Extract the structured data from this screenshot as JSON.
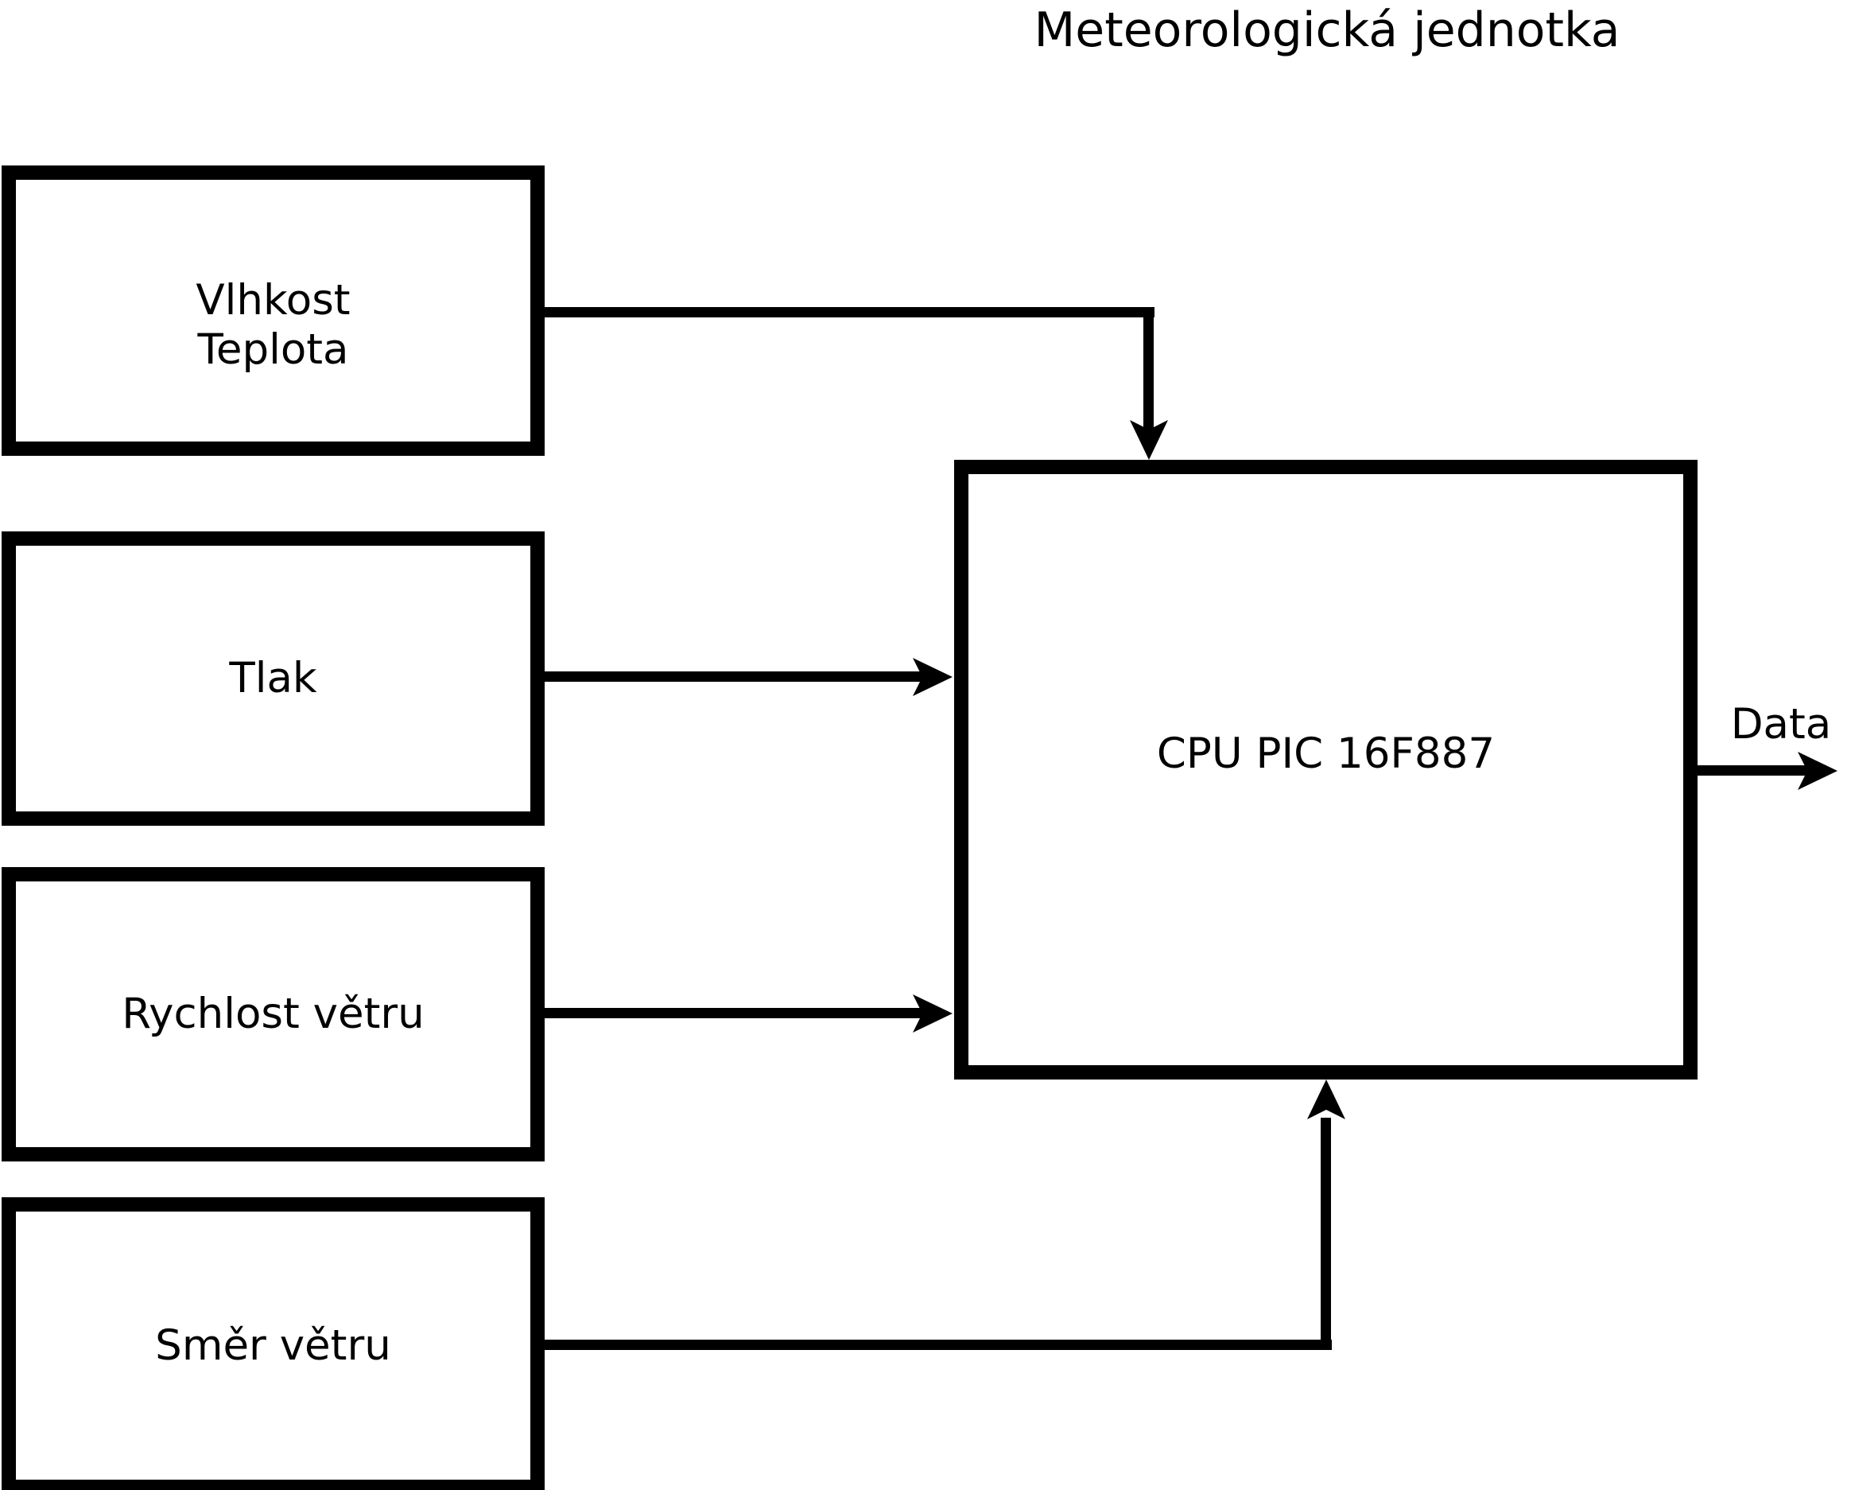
{
  "title": "Meteorologická jednotka",
  "boxes": {
    "humidity_temperature": {
      "line1": "Vlhkost",
      "line2": "Teplota"
    },
    "pressure": {
      "label": "Tlak"
    },
    "wind_speed": {
      "label": "Rychlost větru"
    },
    "wind_direction": {
      "label": "Směr větru"
    },
    "cpu": {
      "label": "CPU PIC 16F887"
    }
  },
  "output": {
    "label": "Data"
  },
  "colors": {
    "stroke": "#000000",
    "box_fill": "#ffffff",
    "background": "#ffffff"
  }
}
